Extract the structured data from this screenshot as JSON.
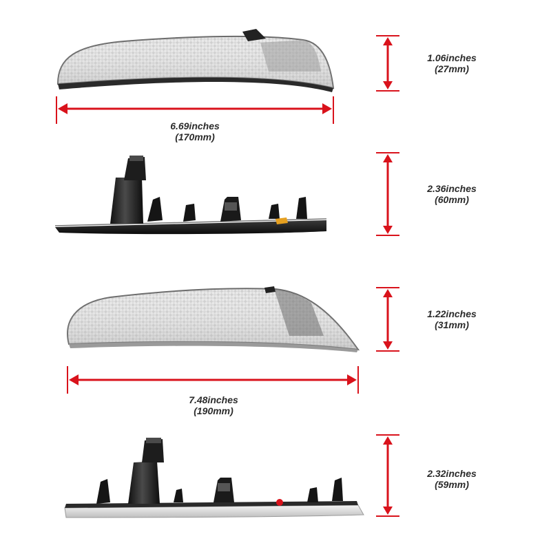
{
  "accent_color": "#d9121b",
  "dimensions": {
    "top_height": {
      "inches": "1.06inches",
      "mm": "(27mm)"
    },
    "top_width": {
      "inches": "6.69inches",
      "mm": "(170mm)"
    },
    "side1_height": {
      "inches": "2.36inches",
      "mm": "(60mm)"
    },
    "mid_height": {
      "inches": "1.22inches",
      "mm": "(31mm)"
    },
    "mid_width": {
      "inches": "7.48inches",
      "mm": "(190mm)"
    },
    "side2_height": {
      "inches": "2.32inches",
      "mm": "(59mm)"
    }
  }
}
